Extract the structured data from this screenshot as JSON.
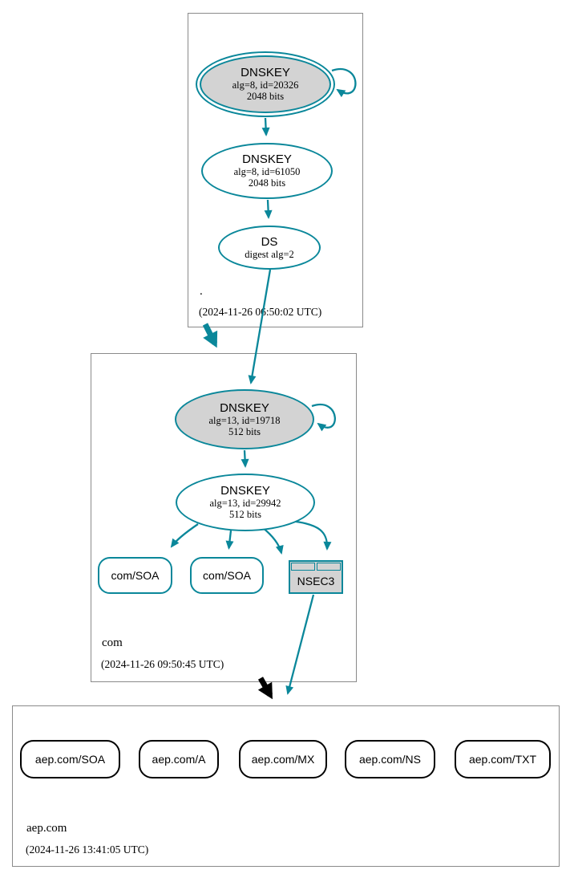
{
  "colors": {
    "edge_teal": "#0a879a",
    "node_gray_fill": "#d3d3d3",
    "zone_box_border": "#8a8a8a",
    "insecure_edge_black": "#000000"
  },
  "zones": {
    "root": {
      "label": ".",
      "timestamp": "(2024-11-26 06:50:02 UTC)",
      "ksk": {
        "title": "DNSKEY",
        "detail1": "alg=8, id=20326",
        "detail2": "2048 bits"
      },
      "zsk": {
        "title": "DNSKEY",
        "detail1": "alg=8, id=61050",
        "detail2": "2048 bits"
      },
      "ds": {
        "title": "DS",
        "detail1": "digest alg=2"
      }
    },
    "com": {
      "label": "com",
      "timestamp": "(2024-11-26 09:50:45 UTC)",
      "ksk": {
        "title": "DNSKEY",
        "detail1": "alg=13, id=19718",
        "detail2": "512 bits"
      },
      "zsk": {
        "title": "DNSKEY",
        "detail1": "alg=13, id=29942",
        "detail2": "512 bits"
      },
      "soa1": {
        "label": "com/SOA"
      },
      "soa2": {
        "label": "com/SOA"
      },
      "nsec3": {
        "label": "NSEC3"
      }
    },
    "aep": {
      "label": "aep.com",
      "timestamp": "(2024-11-26 13:41:05 UTC)",
      "rrsets": [
        {
          "label": "aep.com/SOA"
        },
        {
          "label": "aep.com/A"
        },
        {
          "label": "aep.com/MX"
        },
        {
          "label": "aep.com/NS"
        },
        {
          "label": "aep.com/TXT"
        }
      ]
    }
  }
}
